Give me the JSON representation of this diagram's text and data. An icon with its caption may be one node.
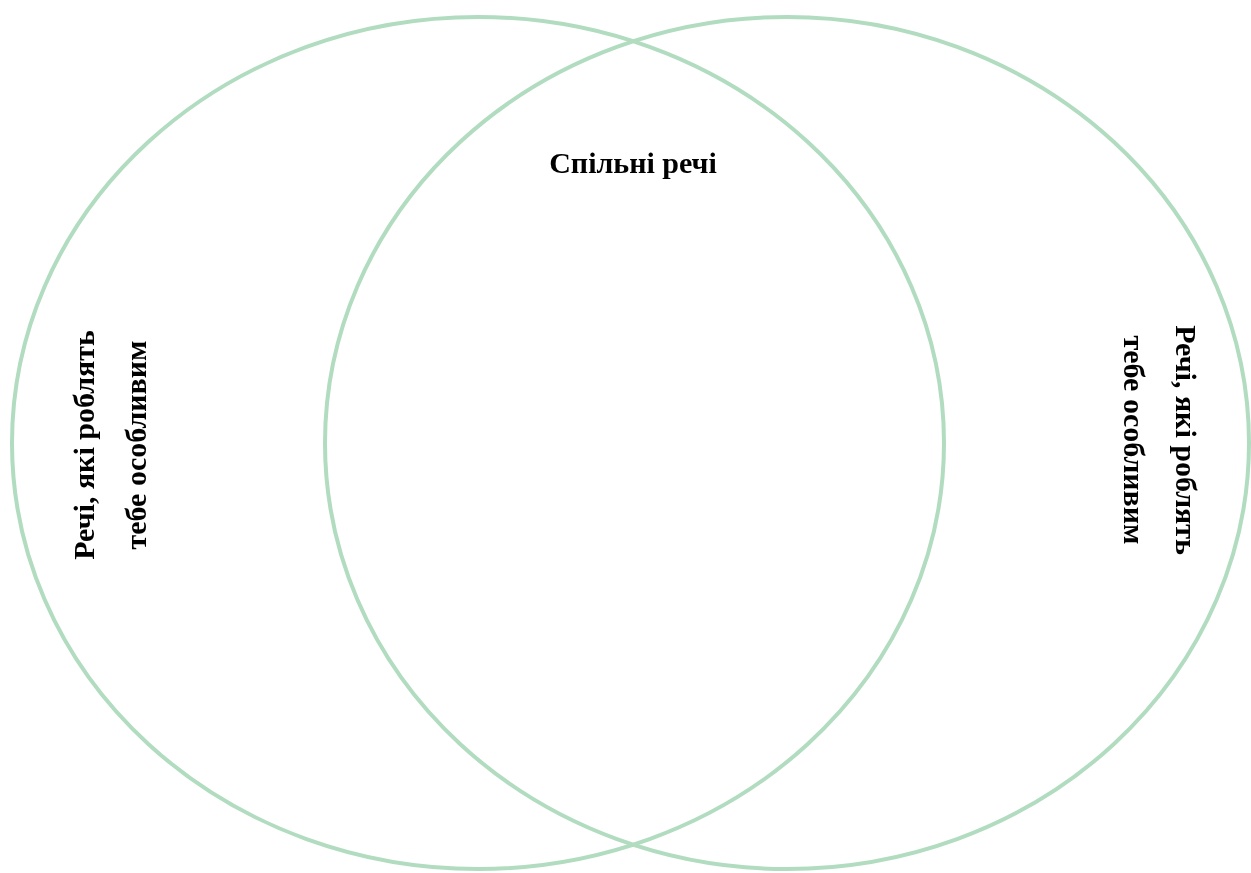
{
  "diagram": {
    "nodes": [
      {
        "text": [
          "Речі, які роблять тебе особливим"
        ]
      },
      {
        "text": [
          "Речі, які роблять тебе особливим"
        ]
      }
    ],
    "labels": [
      "Спільні речі"
    ]
  }
}
